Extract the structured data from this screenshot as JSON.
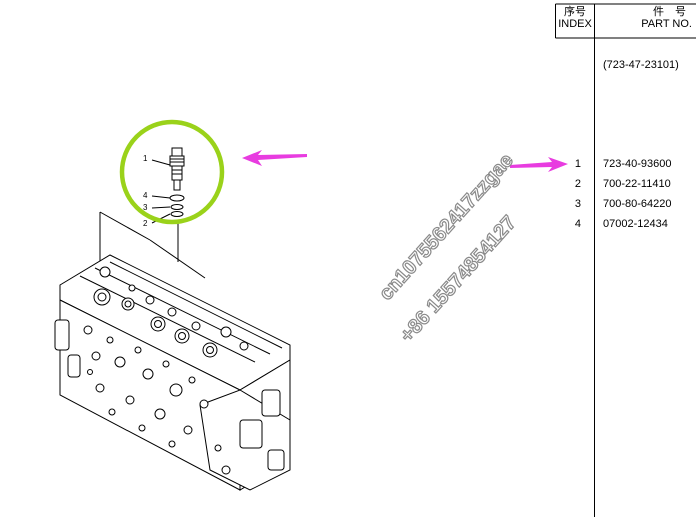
{
  "table": {
    "header": {
      "index_cn": "序号",
      "index_en": "INDEX",
      "part_cn": "件　号",
      "part_en": "PART NO."
    },
    "assembly_part_no": "(723-47-23101)",
    "rows": [
      {
        "index": "1",
        "part_no": "723-40-93600"
      },
      {
        "index": "2",
        "part_no": "700-22-11410"
      },
      {
        "index": "3",
        "part_no": "700-80-64220"
      },
      {
        "index": "4",
        "part_no": "07002-12434"
      }
    ]
  },
  "callouts": {
    "c1": "1",
    "c4": "4",
    "c3": "3",
    "c2": "2"
  },
  "watermark": {
    "line1": "cn1075562417zzgae",
    "line2": "+86  15574854127"
  },
  "colors": {
    "highlight_circle": "#9ad21a",
    "arrow": "#e83ce0",
    "table_lines": "#000000",
    "watermark_outline": "#8a8a8a"
  }
}
